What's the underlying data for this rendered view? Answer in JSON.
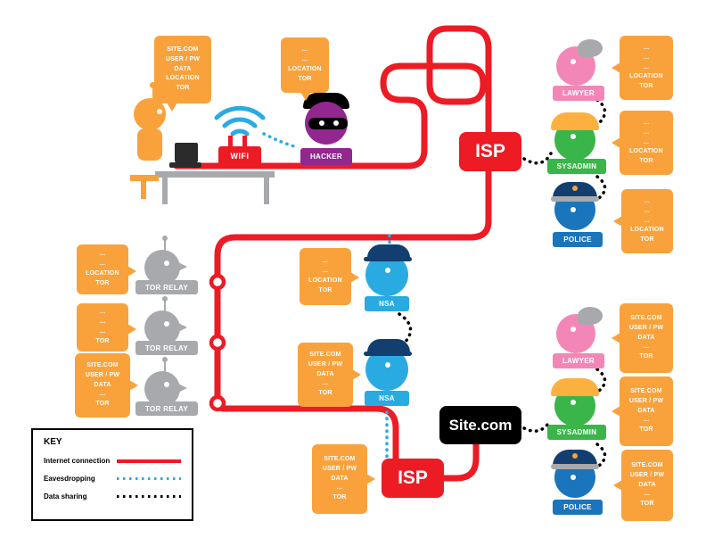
{
  "colors": {
    "orange": "#F9A23C",
    "red": "#EC1B24",
    "eavesdrop_blue": "#29ABE2",
    "hacker_purple": "#92278F",
    "lawyer_pink": "#F287B7",
    "sysadmin_green": "#3AB54A",
    "police_blue": "#1B75BC",
    "relay_gray": "#A7A9AC",
    "site_black": "#000000"
  },
  "user": {
    "bubble": "SITE.COM\nUSER / PW\nDATA\nLOCATION\nTOR"
  },
  "wifi": {
    "label": "WIFI"
  },
  "hacker": {
    "label": "HACKER",
    "bubble": "...\n...\nLOCATION\nTOR"
  },
  "isp_top": {
    "label": "ISP"
  },
  "isp_bottom": {
    "label": "ISP",
    "bubble": "SITE.COM\nUSER / PW\nDATA\n...\nTOR"
  },
  "site": {
    "label": "Site.com"
  },
  "relays": [
    {
      "label": "TOR RELAY",
      "bubble": "...\n...\nLOCATION\nTOR"
    },
    {
      "label": "TOR RELAY",
      "bubble": "...\n...\n...\nTOR"
    },
    {
      "label": "TOR RELAY",
      "bubble": "SITE.COM\nUSER / PW\nDATA\n...\nTOR"
    }
  ],
  "nsa_top": {
    "label": "NSA",
    "bubble": "...\n...\nLOCATION\nTOR"
  },
  "nsa_bottom": {
    "label": "NSA",
    "bubble": "SITE.COM\nUSER / PW\nDATA\n...\nTOR"
  },
  "observers_top": [
    {
      "label": "LAWYER",
      "bubble": "...\n...\n...\nLOCATION\nTOR"
    },
    {
      "label": "SYSADMIN",
      "bubble": "...\n...\n...\nLOCATION\nTOR"
    },
    {
      "label": "POLICE",
      "bubble": "...\n...\n...\nLOCATION\nTOR"
    }
  ],
  "observers_bottom": [
    {
      "label": "LAWYER",
      "bubble": "SITE.COM\nUSER / PW\nDATA\n...\nTOR"
    },
    {
      "label": "SYSADMIN",
      "bubble": "SITE.COM\nUSER / PW\nDATA\n...\nTOR"
    },
    {
      "label": "POLICE",
      "bubble": "SITE.COM\nUSER / PW\nDATA\n...\nTOR"
    }
  ],
  "key": {
    "title": "KEY",
    "items": [
      {
        "label": "Internet connection",
        "style": "solid-red"
      },
      {
        "label": "Eavesdropping",
        "style": "dotted-blue"
      },
      {
        "label": "Data sharing",
        "style": "dotted-black"
      }
    ]
  }
}
